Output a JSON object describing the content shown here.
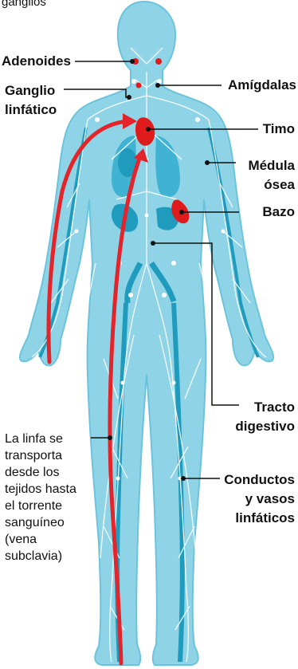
{
  "labels": {
    "top_cut": "ganglios",
    "adenoides": "Adenoides",
    "ganglio": "Ganglio\nlinfático",
    "amigdalas": "Amígdalas",
    "timo": "Timo",
    "medula": "Médula\nósea",
    "bazo": "Bazo",
    "tracto": "Tracto\ndigestivo",
    "conductos": "Conductos\ny vasos\nlinfáticos",
    "linfa": "La linfa se\ntransporta\ndesde los\ntejidos hasta\nel torrente\nsanguíneo\n(vena\nsubclavia)"
  },
  "colors": {
    "body_fill": "#8fd4e6",
    "body_outline": "#6cc3dc",
    "organ_teal": "#1f9bbd",
    "vessel": "#ffffff",
    "organ_red": "#e01b1b",
    "arrow_red": "#e3242b",
    "leader_line": "#111111"
  },
  "icons": {
    "body": "human-body-silhouette",
    "arrow": "lymph-flow-arrow"
  }
}
